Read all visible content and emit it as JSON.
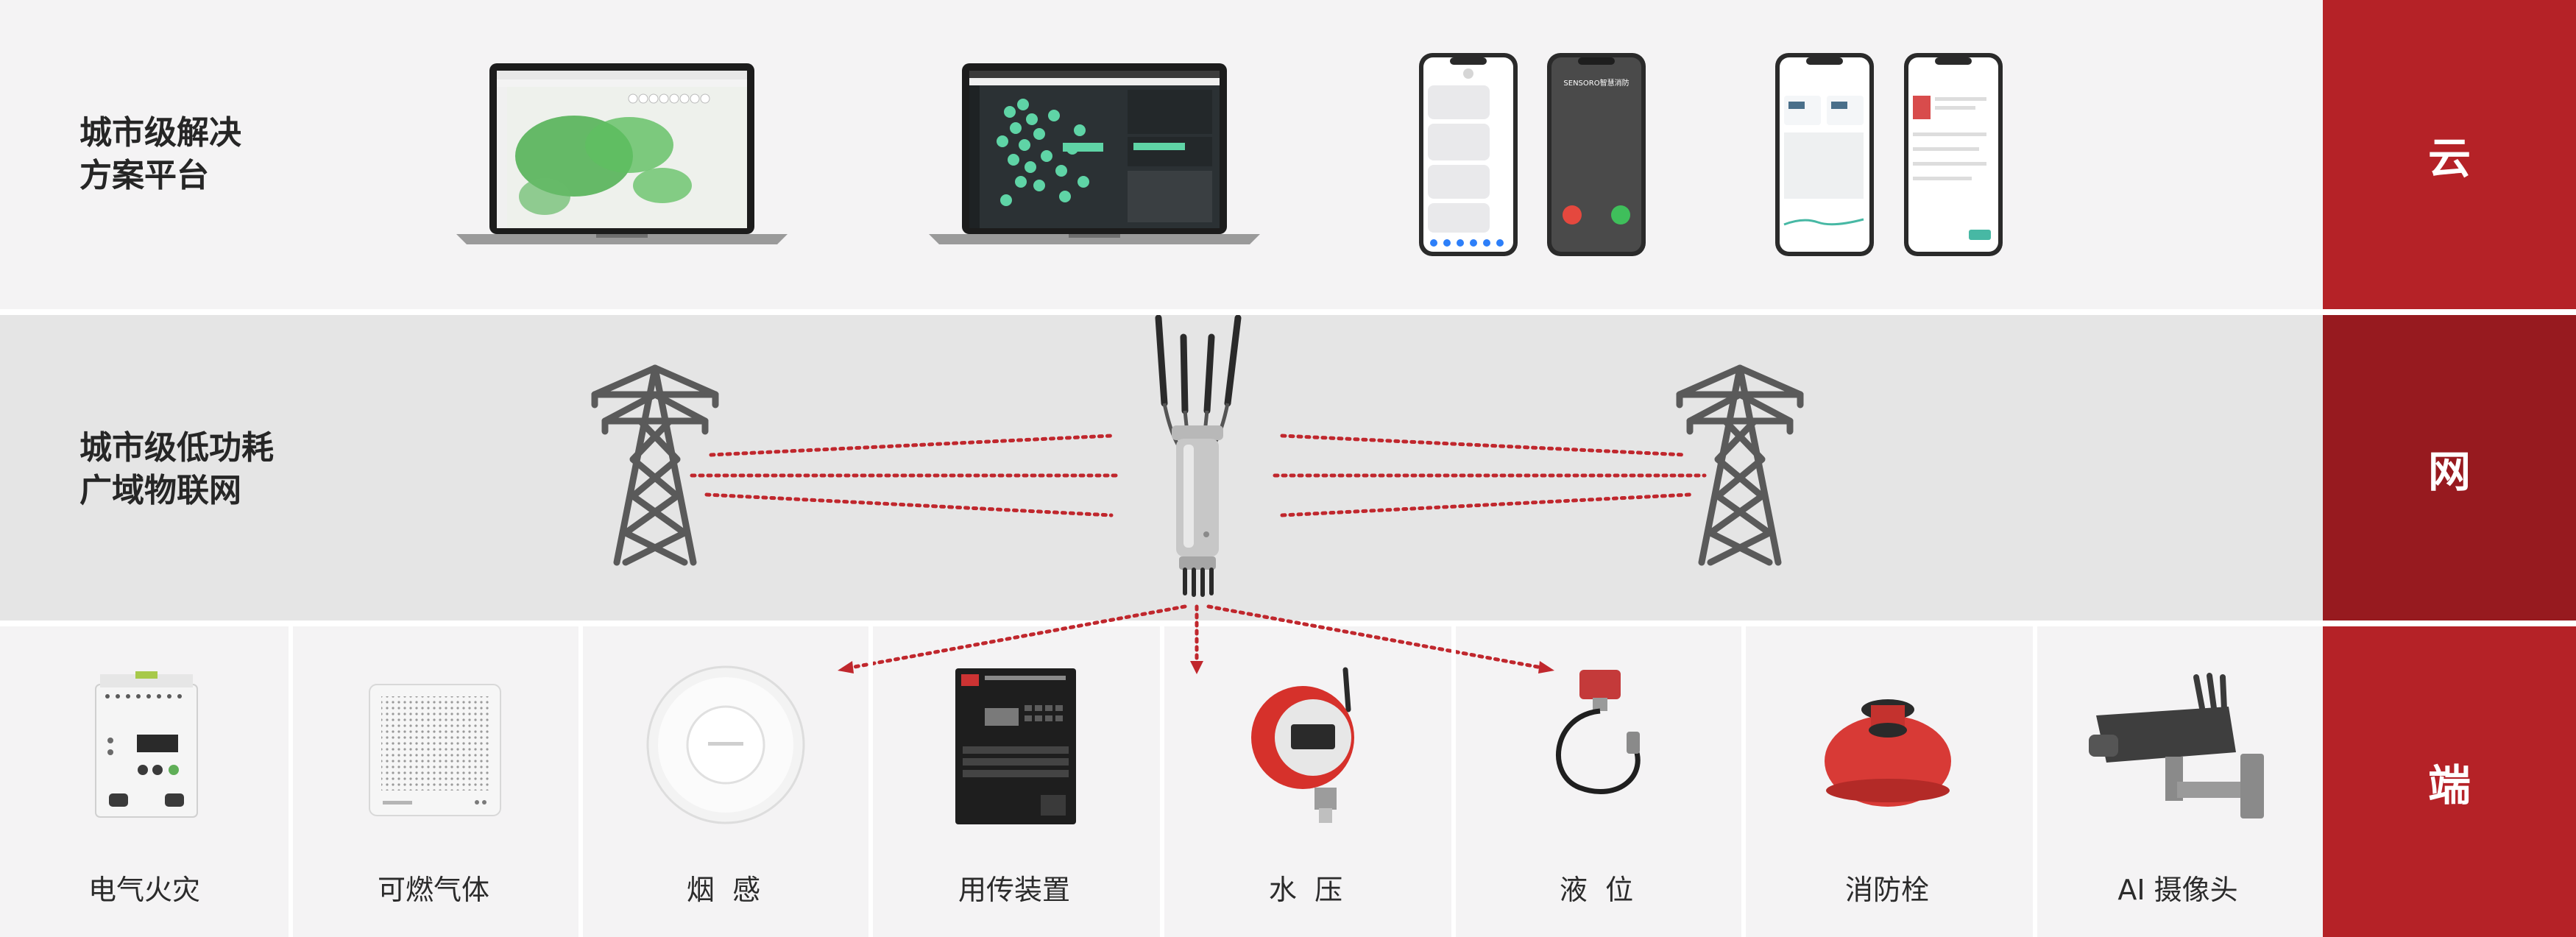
{
  "layers": {
    "cloud": {
      "label": "城市级解决\n方案平台",
      "tag": "云"
    },
    "network": {
      "label": "城市级低功耗\n广域物联网",
      "tag": "网"
    },
    "edge": {
      "tag": "端"
    }
  },
  "phone_app": {
    "call_caller": "SENSORO智慧消防"
  },
  "devices": [
    {
      "label": "电气火灾",
      "icon": "electrical-fire-monitor"
    },
    {
      "label": "可燃气体",
      "icon": "gas-detector"
    },
    {
      "label": "烟  感",
      "icon": "smoke-detector"
    },
    {
      "label": "用传装置",
      "icon": "transmission-device"
    },
    {
      "label": "水  压",
      "icon": "water-pressure-gauge"
    },
    {
      "label": "液  位",
      "icon": "liquid-level-sensor"
    },
    {
      "label": "消防栓",
      "icon": "fire-hydrant-sensor"
    },
    {
      "label": "AI 摄像头",
      "icon": "ai-camera"
    }
  ],
  "colors": {
    "accent": "#b52227",
    "accent_dark": "#971a1f",
    "link_dots": "#c0272d"
  }
}
